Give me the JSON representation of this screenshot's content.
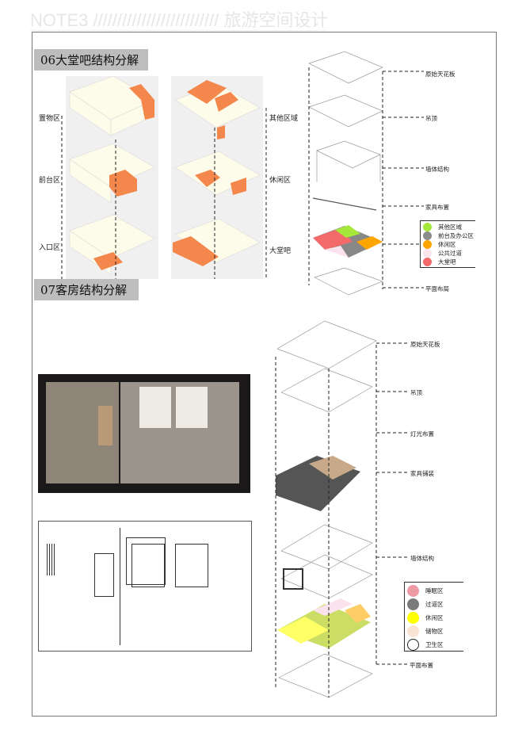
{
  "header": {
    "title": "NOTE3 ////////////////////////// 旅游空间设计"
  },
  "lobby": {
    "title": "06大堂吧结构分解",
    "left_labels": [
      "置物区",
      "前台区",
      "入口区"
    ],
    "right_labels": [
      "其他区域",
      "休闲区",
      "大堂吧"
    ],
    "stack_labels": [
      "原始天花板",
      "吊顶",
      "墙体结构",
      "家具布置",
      "平面布局"
    ],
    "legend": [
      {
        "label": "其他区域",
        "color": "#a6e83a"
      },
      {
        "label": "前台及办公区",
        "color": "#8c8c8c"
      },
      {
        "label": "休闲区",
        "color": "#ffa500"
      },
      {
        "label": "公共过道",
        "color": "#fbe3ee"
      },
      {
        "label": "大堂吧",
        "color": "#f46a6a"
      }
    ]
  },
  "room": {
    "title": "07客房结构分解",
    "stack_labels": [
      "原始天花板",
      "吊顶",
      "灯光布置",
      "家具铺装",
      "墙体结构",
      "平面布置"
    ],
    "legend": [
      {
        "label": "睡眠区",
        "color": "#ee9aa4"
      },
      {
        "label": "过道区",
        "color": "#7a7a7a"
      },
      {
        "label": "休闲区",
        "color": "#ffff00"
      },
      {
        "label": "储物区",
        "color": "#fbe3d3"
      },
      {
        "label": "卫生区",
        "color": "#ffffff"
      }
    ]
  },
  "colors": {
    "accent": "#f4874b",
    "section_bg": "#bdbdbd"
  }
}
